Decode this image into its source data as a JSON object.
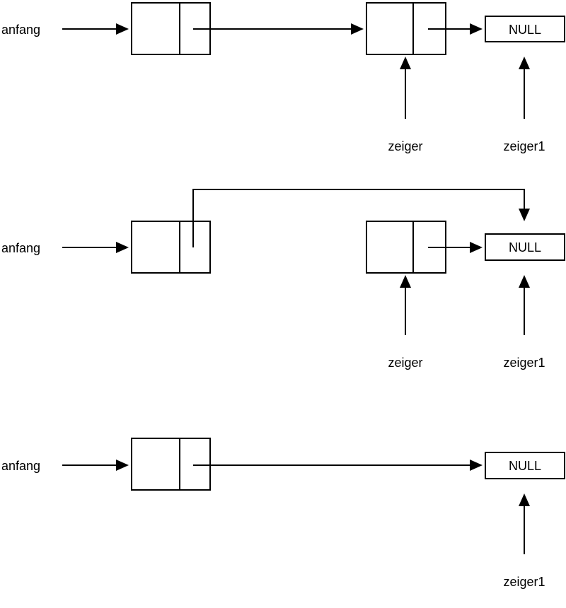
{
  "labels": {
    "head_pointer": "anfang",
    "pointer": "zeiger",
    "pointer1": "zeiger1",
    "null": "NULL"
  },
  "colors": {
    "stroke": "#000000",
    "background": "#ffffff"
  }
}
